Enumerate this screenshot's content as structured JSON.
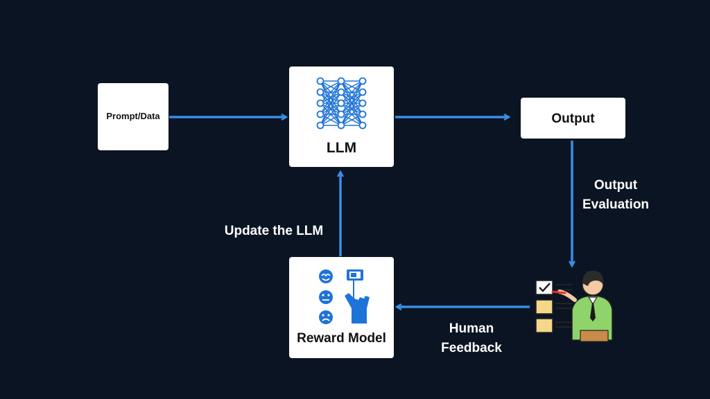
{
  "nodes": {
    "prompt": {
      "label": "Prompt/Data"
    },
    "llm": {
      "label": "LLM"
    },
    "output": {
      "label": "Output"
    },
    "reward": {
      "label": "Reward Model"
    }
  },
  "edges": {
    "update": {
      "label": "Update the LLM"
    },
    "evaluation": {
      "line1": "Output",
      "line2": "Evaluation"
    },
    "feedback": {
      "line1": "Human",
      "line2": "Feedback"
    }
  },
  "colors": {
    "background": "#0b1423",
    "arrow": "#3a8ee6",
    "box": "#ffffff",
    "icon_blue": "#1e73d8"
  }
}
